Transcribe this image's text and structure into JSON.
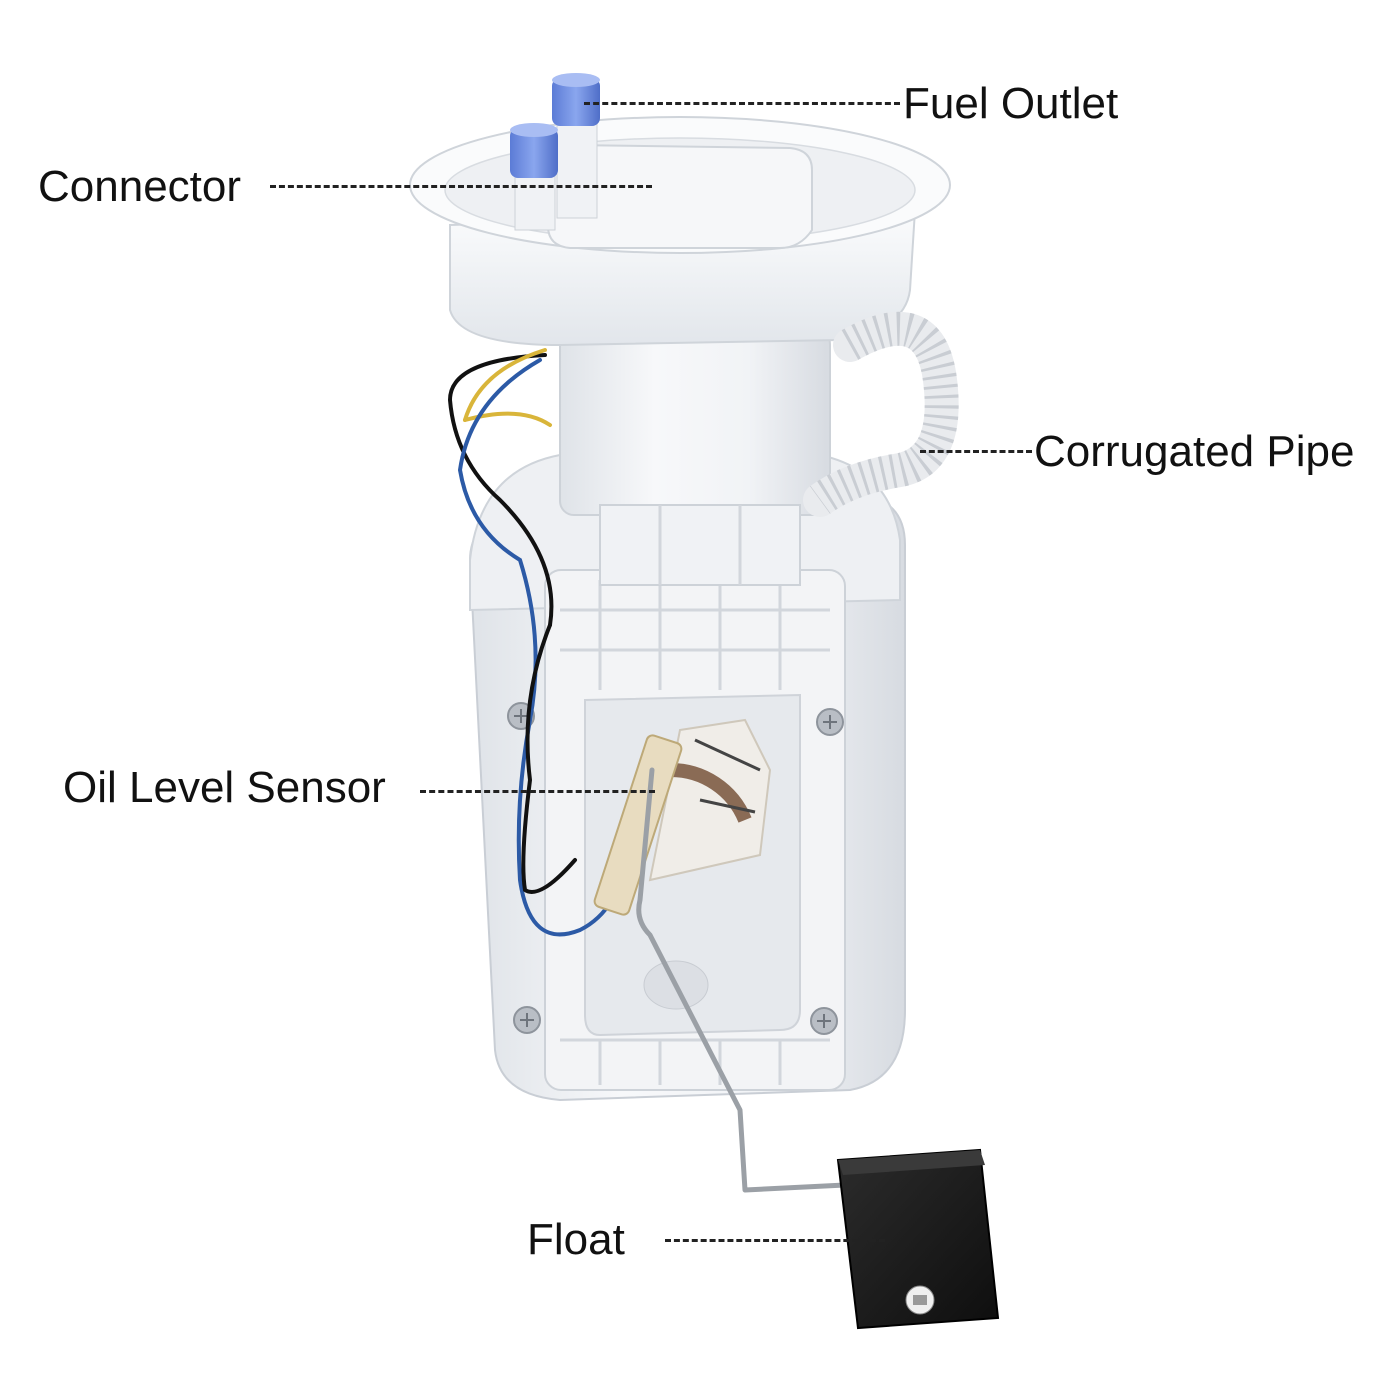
{
  "labels": {
    "fuel_outlet": "Fuel Outlet",
    "connector": "Connector",
    "corrugated_pipe": "Corrugated Pipe",
    "oil_level_sensor": "Oil Level Sensor",
    "float": "Float"
  },
  "colors": {
    "housing": "#f4f5f7",
    "housing_shade": "#e3e6ea",
    "cap": "#6f8fe0",
    "float": "#1c1c1c",
    "wire_black": "#111111",
    "wire_blue": "#2c5aa6",
    "wire_yellow": "#d9b53a",
    "sensor_card": "#e8dcc0"
  }
}
